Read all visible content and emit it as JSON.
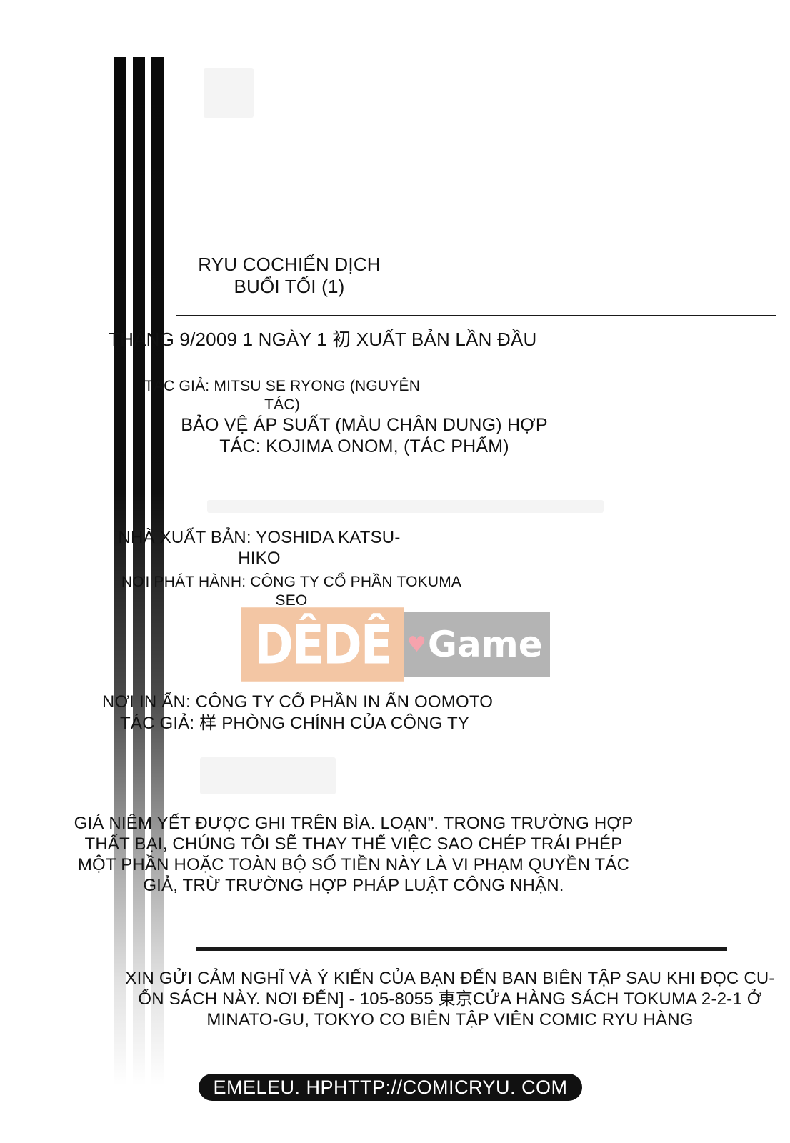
{
  "title": [
    "RYU COCHIẾN DỊCH",
    "BUỔI TỐI (1)"
  ],
  "edition": "THÁNG 9/2009 1 NGÀY 1 初 XUẤT BẢN LẦN ĐẦU",
  "author": [
    "TÁC GIẢ: MITSU SE RYONG (NGUYÊN",
    "TÁC)"
  ],
  "artist": [
    "BẢO VỆ ÁP SUẤT (MÀU CHÂN DUNG) HỢP",
    "TÁC: KOJIMA ONOM, (TÁC PHẨM)"
  ],
  "publisher": [
    "NHÀ XUẤT BẢN: YOSHIDA KATSU-",
    "HIKO"
  ],
  "distributor": [
    "NƠI PHÁT HÀNH: CÔNG TY CỔ PHẦN TOKUMA",
    "SEO"
  ],
  "watermark": {
    "left": "DÊDÊ",
    "right": "Game",
    "heart": "♥"
  },
  "printing": [
    "NƠI IN ẤN: CÔNG TY CỔ PHẦN IN ẤN OOMOTO",
    "TÁC GIẢ: 样 PHÒNG CHÍNH CỦA CÔNG TY"
  ],
  "notice": [
    "GIÁ NIÊM YẾT ĐƯỢC GHI TRÊN BÌA. LOẠN\". TRONG TRƯỜNG HỢP",
    "THẤT BẠI, CHÚNG TÔI SẼ THAY THẾ VIỆC SAO CHÉP TRÁI PHÉP",
    "MỘT PHẦN HOẶC TOÀN BỘ SỐ TIỀN NÀY LÀ VI PHẠM QUYỀN TÁC",
    "GIẢ, TRỪ TRƯỜNG HỢP PHÁP LUẬT CÔNG NHẬN."
  ],
  "feedback": [
    "XIN GỬI CẢM NGHĨ VÀ Ý KIẾN CỦA BẠN ĐẾN BAN BIÊN TẬP SAU KHI ĐỌC CU-",
    "ỐN SÁCH NÀY. NƠI ĐẾN] - 105-8055 東京CỬA HÀNG SÁCH TOKUMA 2-2-1 Ở",
    "MINATO-GU, TOKYO CO BIÊN TẬP VIÊN COMIC RYU HÀNG"
  ],
  "url": "EMELEU. HPHTTP://COMICRYU. COM",
  "colors": {
    "watermark_left": "#f3c6a4",
    "watermark_right": "#b4b4b4",
    "heart": "#f6a3ad",
    "ink": "#111111"
  }
}
